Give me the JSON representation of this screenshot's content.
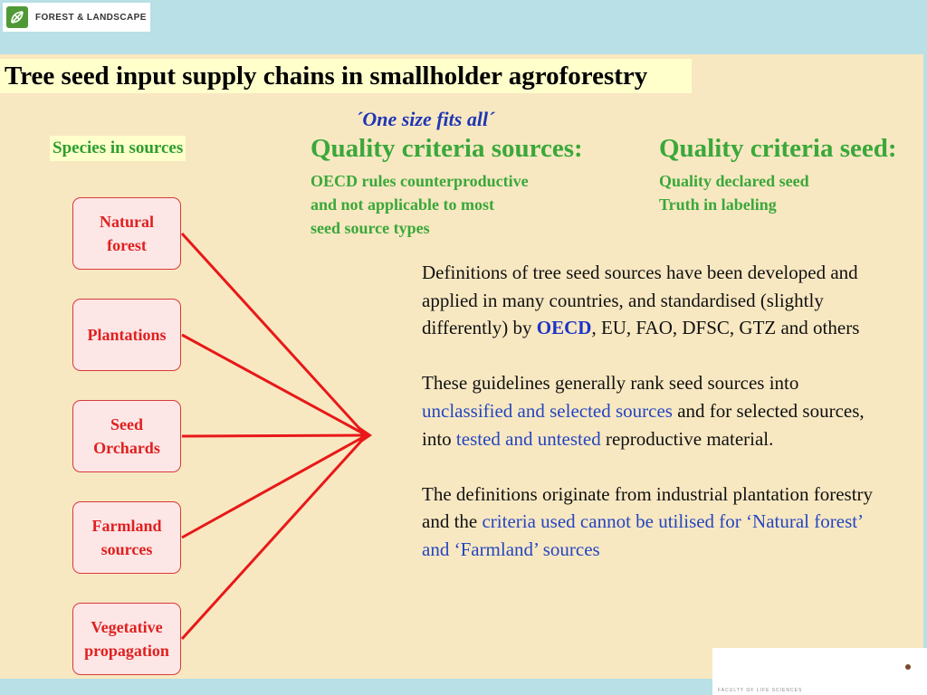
{
  "header": {
    "logo_text": "FOREST & LANDSCAPE",
    "logo_icon": "leaf-grid-icon",
    "brand_color": "#4f9a36"
  },
  "slide": {
    "title": "Tree seed input supply chains in smallholder agroforestry",
    "subtitle": "´One size fits all´",
    "species_label": "Species in sources",
    "quality_sources": {
      "heading": "Quality criteria sources:",
      "lines": [
        "OECD rules counterproductive",
        "and not applicable to most",
        "seed source types"
      ]
    },
    "quality_seed": {
      "heading": "Quality criteria seed:",
      "lines": [
        "Quality declared seed",
        "Truth in labeling"
      ]
    },
    "sources": [
      {
        "label": "Natural\nforest"
      },
      {
        "label": "Plantations"
      },
      {
        "label": "Seed\nOrchards"
      },
      {
        "label": "Farmland\nsources"
      },
      {
        "label": "Vegetative\npropagation"
      }
    ],
    "paragraphs": {
      "p1_a": "Definitions of tree seed sources have been developed and applied in many countries, and standardised (slightly differently) by ",
      "p1_oecd": "OECD",
      "p1_b": ", EU, FAO, DFSC, GTZ and others",
      "p2_a": "These guidelines generally rank seed sources into ",
      "p2_blue1": "unclassified and selected sources",
      "p2_b": " and for selected sources, into ",
      "p2_blue2": "tested and untested",
      "p2_c": " reproductive material.",
      "p3_a": "The definitions originate from industrial plantation forestry and the ",
      "p3_blue": "criteria used cannot be utilised for ‘Natural forest’ and ‘Farmland’ sources"
    },
    "colors": {
      "slide_bg": "#f8e8c2",
      "title_bg": "#ffffcc",
      "green_text": "#3aa83a",
      "red": "#e02020",
      "blue": "#2446c0"
    }
  }
}
